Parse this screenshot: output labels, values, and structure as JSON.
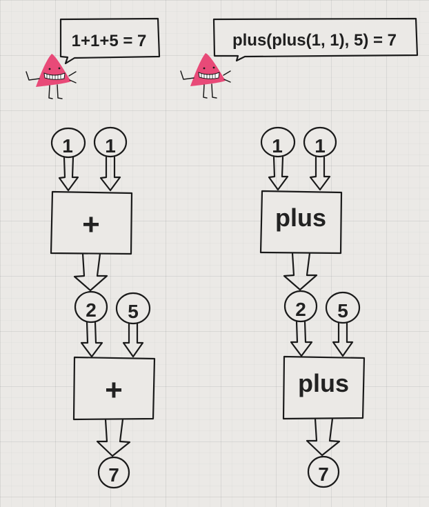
{
  "left": {
    "bubble": "1+1+5 = 7",
    "inputs_top": [
      "1",
      "1"
    ],
    "op1": "+",
    "inputs_mid": [
      "2",
      "5"
    ],
    "op2": "+",
    "result": "7"
  },
  "right": {
    "bubble": "plus(plus(1, 1), 5) = 7",
    "inputs_top": [
      "1",
      "1"
    ],
    "op1": "plus",
    "inputs_mid": [
      "2",
      "5"
    ],
    "op2": "plus",
    "result": "7"
  },
  "colors": {
    "mascot": "#e84a78",
    "ink": "#1a1a1a",
    "background": "#ebe9e6"
  }
}
